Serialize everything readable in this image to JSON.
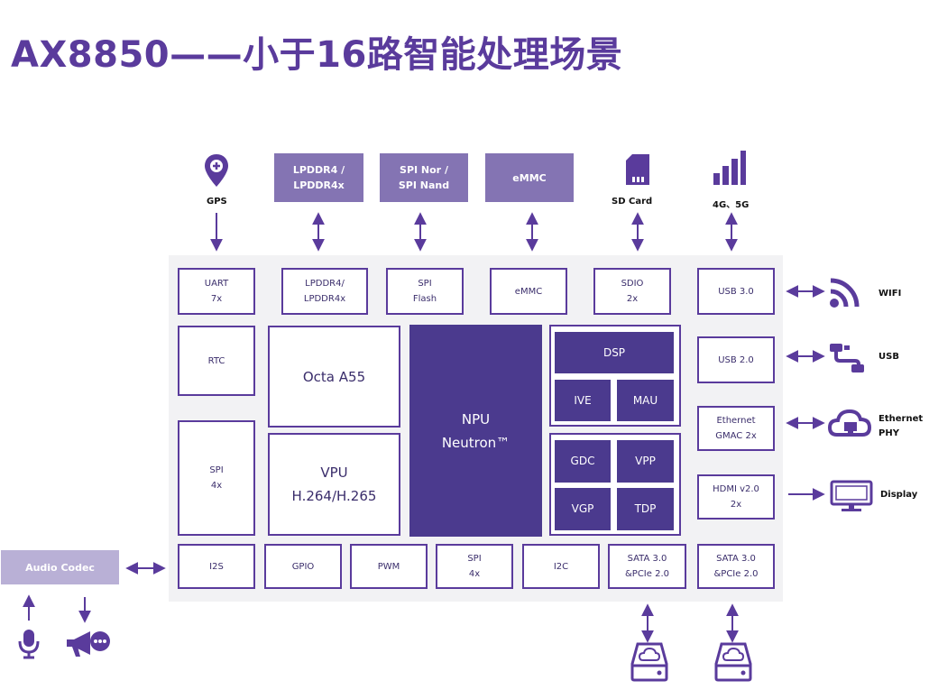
{
  "title": "AX8850——小于16路智能处理场景",
  "external_top": {
    "gps": "GPS",
    "lpddr": [
      "LPDDR4 /",
      "LPDDR4x"
    ],
    "spi": [
      "SPI Nor /",
      "SPI Nand"
    ],
    "emmc": "eMMC",
    "sdcard": "SD Card",
    "cell": "4G、5G"
  },
  "chip": {
    "uart": [
      "UART",
      "7x"
    ],
    "lpddr": [
      "LPDDR4/",
      "LPDDR4x"
    ],
    "spi_flash": [
      "SPI",
      "Flash"
    ],
    "emmc": "eMMC",
    "sdio": [
      "SDIO",
      "2x"
    ],
    "usb3": "USB 3.0",
    "rtc": "RTC",
    "cpu": "Octa A55",
    "npu": [
      "NPU",
      "Neutron™"
    ],
    "dsp": "DSP",
    "ive": "IVE",
    "mau": "MAU",
    "usb2": "USB 2.0",
    "eth": [
      "Ethernet",
      "GMAC 2x"
    ],
    "spi4": [
      "SPI",
      "4x"
    ],
    "vpu": [
      "VPU",
      "H.264/H.265"
    ],
    "gdc": "GDC",
    "vpp": "VPP",
    "vgp": "VGP",
    "tdp": "TDP",
    "hdmi": [
      "HDMI v2.0",
      "2x"
    ],
    "i2s": "I2S",
    "gpio": "GPIO",
    "pwm": "PWM",
    "spi_b": [
      "SPI",
      "4x"
    ],
    "i2c": "I2C",
    "sata1": [
      "SATA 3.0",
      "&PCIe 2.0"
    ],
    "sata2": [
      "SATA 3.0",
      "&PCIe 2.0"
    ]
  },
  "external_right": {
    "wifi": "WIFI",
    "usb": "USB",
    "ethernet": [
      "Ethernet",
      "PHY"
    ],
    "display": "Display"
  },
  "audio_codec": "Audio Codec",
  "colors": {
    "primary": "#5a3b9c",
    "dark": "#4b3a8e",
    "ext_box": "#8474b3",
    "ext_light": "#b9b0d6",
    "chip_bg": "#f2f2f4"
  },
  "icons": [
    "location-pin-icon",
    "sd-card-icon",
    "signal-bars-icon",
    "wifi-icon",
    "usb-cable-icon",
    "cloud-ethernet-icon",
    "monitor-icon",
    "microphone-icon",
    "megaphone-icon",
    "cloud-drive-icon"
  ]
}
